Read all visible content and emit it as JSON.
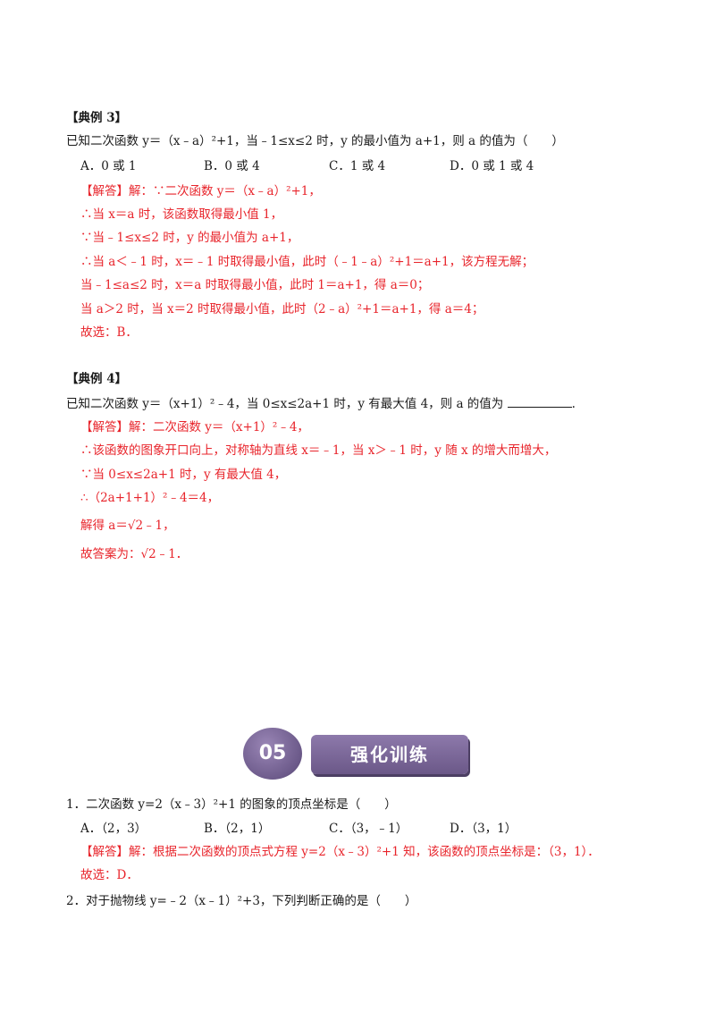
{
  "ex3": {
    "title": "【典例 3】",
    "question": "已知二次函数 y＝（x﹣a）²+1，当﹣1≤x≤2 时，y 的最小值为 a+1，则 a 的值为（　　）",
    "options": [
      "A．0 或 1",
      "B．0 或 4",
      "C．1 或 4",
      "D．0 或 1 或 4"
    ],
    "answer_lines": [
      "【解答】解：∵二次函数 y＝（x﹣a）²+1，",
      "∴当 x＝a 时，该函数取得最小值 1，",
      "∵当﹣1≤x≤2 时，y 的最小值为 a+1，",
      "∴当 a＜﹣1 时，x＝﹣1 时取得最小值，此时（﹣1﹣a）²+1＝a+1，该方程无解；",
      "当﹣1≤a≤2 时，x＝a 时取得最小值，此时 1＝a+1，得 a＝0；",
      "当 a＞2 时，当 x＝2 时取得最小值，此时（2﹣a）²+1＝a+1，得 a＝4；",
      "故选：B．"
    ]
  },
  "ex4": {
    "title": "【典例 4】",
    "question": "已知二次函数 y＝（x+1）²﹣4，当 0≤x≤2a+1 时，y 有最大值 4，则 a 的值为",
    "question_end": ".",
    "answer_lines": [
      "【解答】解：二次函数 y＝（x+1）²﹣4，",
      "∴该函数的图象开口向上，对称轴为直线 x＝﹣1，当 x＞﹣1 时，y 随 x 的增大而增大，",
      "∵当 0≤x≤2a+1 时，y 有最大值 4，",
      "∴（2a+1+1）²﹣4＝4，",
      "解得 a＝√2﹣1，",
      "故答案为：√2﹣1．"
    ]
  },
  "banner": {
    "number": "05",
    "title": "强化训练"
  },
  "q1": {
    "question": "1．二次函数 y=2（x﹣3）²+1 的图象的顶点坐标是（　　）",
    "options": [
      "A．（2，3）",
      "B．（2，1）",
      "C．（3，﹣1）",
      "D．（3，1）"
    ],
    "answer_lines": [
      "【解答】解：根据二次函数的顶点式方程 y=2（x﹣3）²+1 知，该函数的顶点坐标是：（3，1）．",
      "故选：D．"
    ]
  },
  "q2": {
    "question": "2．对于抛物线 y=﹣2（x﹣1）²+3，下列判断正确的是（　　）"
  },
  "colors": {
    "answer": "#e8242b",
    "banner": "#7a6698"
  }
}
